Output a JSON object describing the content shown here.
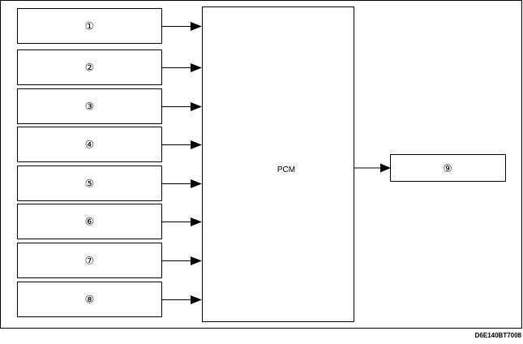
{
  "diagram": {
    "inputs": [
      {
        "label": "①"
      },
      {
        "label": "②"
      },
      {
        "label": "③"
      },
      {
        "label": "④"
      },
      {
        "label": "⑤"
      },
      {
        "label": "⑥"
      },
      {
        "label": "⑦"
      },
      {
        "label": "⑧"
      }
    ],
    "controller": {
      "label": "PCM"
    },
    "output": {
      "label": "⑨"
    },
    "figure_code": "D6E140BT7008"
  }
}
